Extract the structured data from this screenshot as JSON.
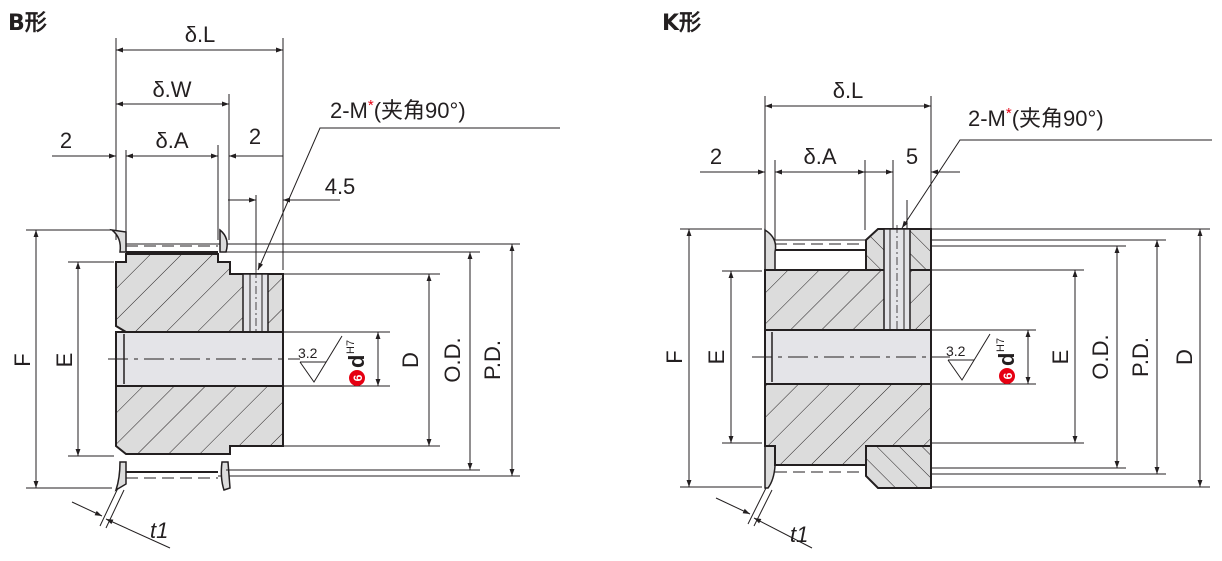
{
  "colors": {
    "line": "#231f20",
    "fill": "#dcdcdc",
    "bore_fill": "#e4e4e8",
    "accent_red": "#e60012",
    "background": "#ffffff"
  },
  "views": [
    {
      "id": "B",
      "title": "B形",
      "dimensions": {
        "overall_length": "δ.L",
        "width": "δ.W",
        "tooth_width": "δ.A",
        "flange_left": "2",
        "flange_right": "2",
        "set_screw_offset": "4.5",
        "set_screw": "2-M",
        "set_screw_star": "*",
        "set_screw_note": "(夹角90°)",
        "flange_dia": "F",
        "hub_dia": "E",
        "bore": "d",
        "bore_tol": "H7",
        "bore_circled_num": "6",
        "roughness": "3.2",
        "boss_dia": "D",
        "outer_dia": "O.D.",
        "pitch_dia": "P.D.",
        "flange_thk": "t1"
      }
    },
    {
      "id": "K",
      "title": "K形",
      "dimensions": {
        "overall_length": "δ.L",
        "tooth_width": "δ.A",
        "flange_left": "2",
        "boss_length": "5",
        "set_screw": "2-M",
        "set_screw_star": "*",
        "set_screw_note": "(夹角90°)",
        "flange_dia": "F",
        "hub_dia": "E",
        "bore": "d",
        "bore_tol": "H7",
        "bore_circled_num": "6",
        "roughness": "3.2",
        "boss_dia_inner": "E",
        "outer_dia": "O.D.",
        "pitch_dia": "P.D.",
        "boss_dia": "D",
        "flange_thk": "t1"
      }
    }
  ]
}
